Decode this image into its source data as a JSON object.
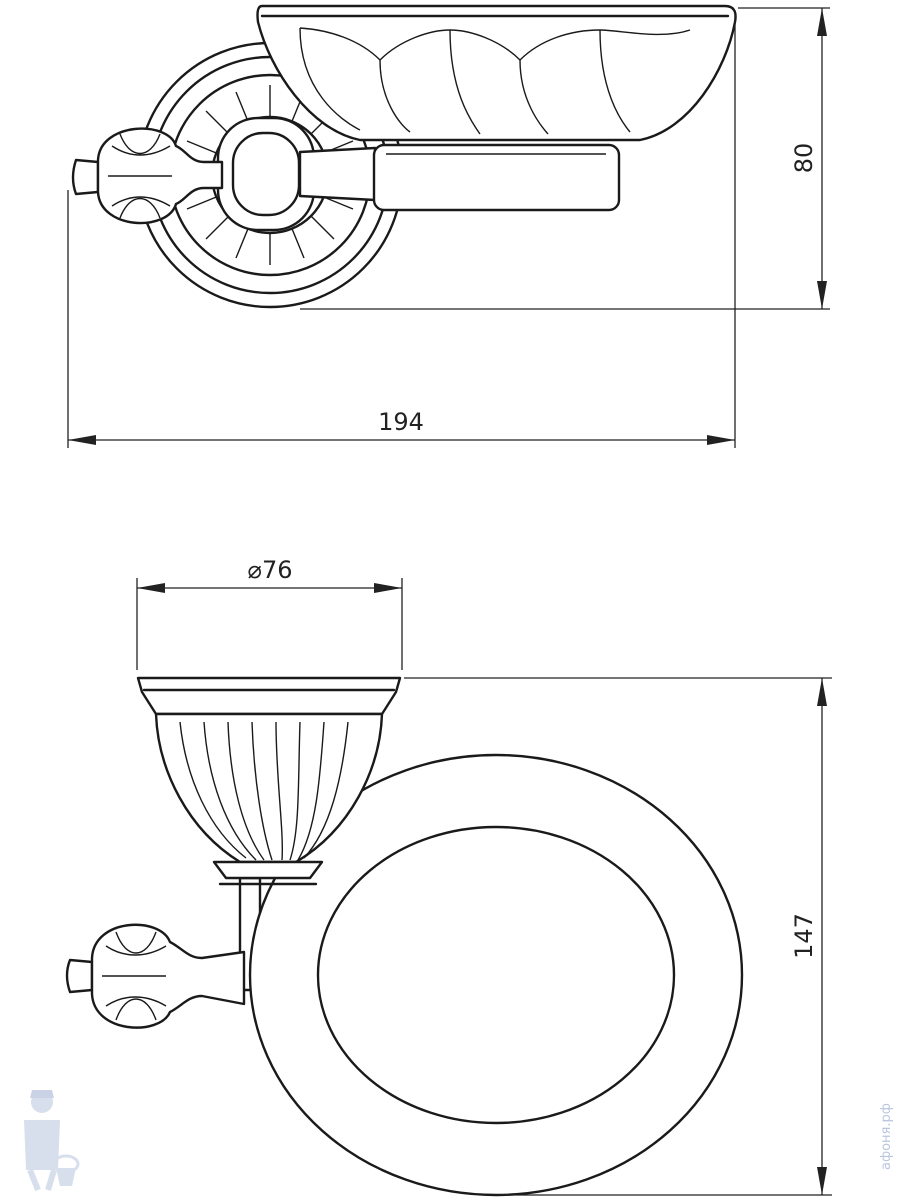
{
  "drawing": {
    "title": "",
    "dimensions": {
      "width": "194",
      "height_top": "80",
      "diameter": "⌀76",
      "height_side": "147"
    },
    "watermark": {
      "text": "афоня.рф",
      "logo_icon": "plumber-mascot-icon",
      "color": "#b9c6de"
    },
    "line_color": "#1a1a1a"
  }
}
